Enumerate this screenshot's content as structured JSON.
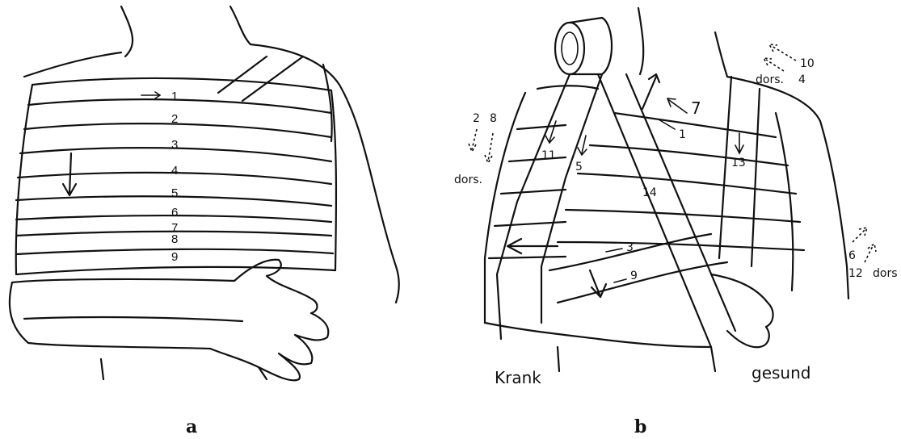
{
  "figure_a": {
    "layer_labels": [
      "1",
      "2",
      "3",
      "4",
      "5",
      "6",
      "7",
      "8",
      "9"
    ],
    "caption": "a"
  },
  "figure_b": {
    "strip_labels": [
      "7",
      "1",
      "11",
      "5",
      "14",
      "13",
      "3",
      "9"
    ],
    "dashed_notes": {
      "left_numbers": [
        "2",
        "8"
      ],
      "left_text": "dors.",
      "top_right_number": "10",
      "top_right_text": "dors.",
      "top_right_number2": "4",
      "right_number1": "6",
      "right_number2": "12",
      "right_text": "dors"
    },
    "side_labels": [
      "Krank",
      "gesund"
    ],
    "caption": "b"
  }
}
